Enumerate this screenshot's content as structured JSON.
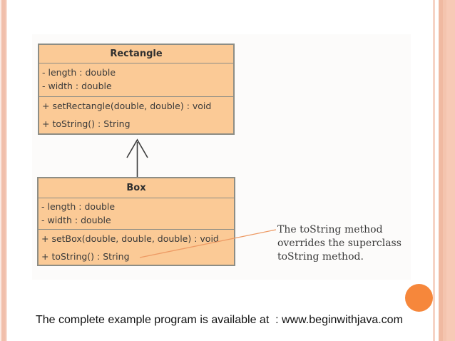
{
  "slide": {
    "caption": "The complete example program is available at  : www.beginwithjava.com"
  },
  "diagram": {
    "type": "uml-class-diagram",
    "classes": [
      {
        "name": "Rectangle",
        "attributes": [
          "- length : double",
          "- width : double"
        ],
        "methods": [
          "+ setRectangle(double, double) : void",
          "+ toString() : String"
        ]
      },
      {
        "name": "Box",
        "attributes": [
          "- length : double",
          "- width : double"
        ],
        "methods": [
          "+ setBox(double, double, double) : void",
          "+ toString() : String"
        ]
      }
    ],
    "relationships": [
      {
        "type": "inheritance",
        "from": "Box",
        "to": "Rectangle"
      }
    ],
    "annotation": {
      "target": "Box.toString()",
      "lines": [
        "The toString method",
        "overrides the superclass",
        "toString method."
      ]
    },
    "colors": {
      "class_fill": "#fbca96",
      "class_border": "#8d8d85",
      "callout_line": "#ed9a64",
      "arrow_line": "#3c3c3c",
      "accent_circle": "#f6873b",
      "stripe_salmon": "#f0b9a1"
    }
  }
}
